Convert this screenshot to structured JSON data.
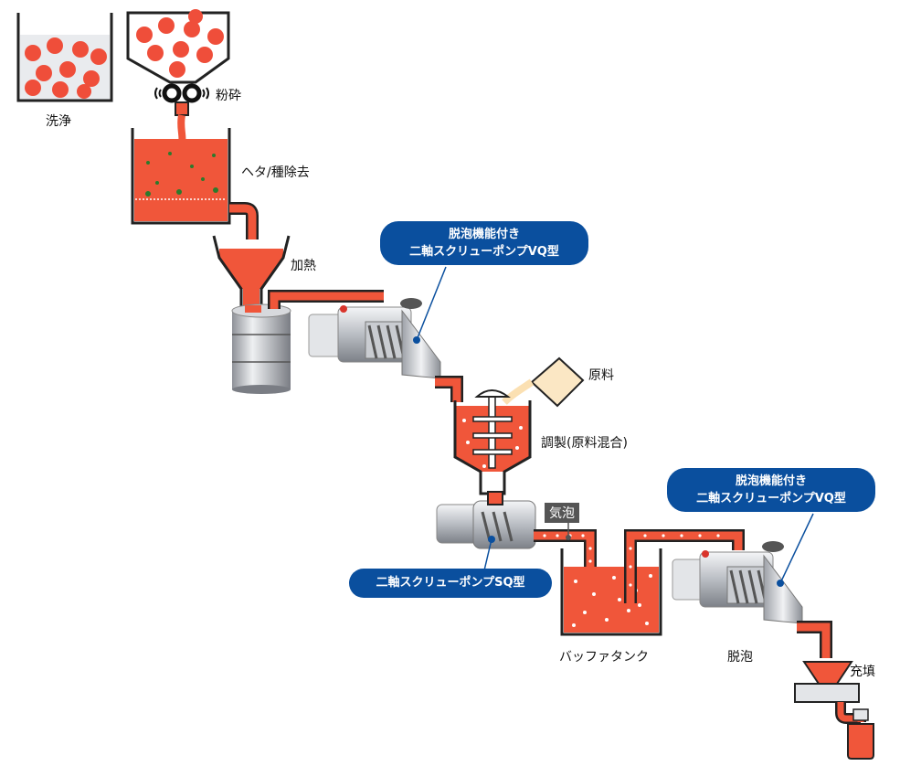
{
  "steps": {
    "wash": "洗浄",
    "crush": "粉砕",
    "seed_removal": "ヘタ/種除去",
    "heating": "加熱",
    "raw_material": "原料",
    "blending": "調製(原料混合)",
    "buffer_tank": "バッファタンク",
    "deaeration": "脱泡",
    "filling": "充填"
  },
  "bubbles_tag": "気泡",
  "callouts": {
    "vq_top": {
      "line1": "脱泡機能付き",
      "line2": "二軸スクリューポンプVQ型"
    },
    "sq": {
      "line1": "二軸スクリューポンプSQ型"
    },
    "vq_bottom": {
      "line1": "脱泡機能付き",
      "line2": "二軸スクリューポンプVQ型"
    }
  },
  "colors": {
    "product": "#f0563a",
    "pipe_outline": "#222222",
    "callout_bg": "#0a4f9e",
    "steel": "#c9ccd1"
  }
}
